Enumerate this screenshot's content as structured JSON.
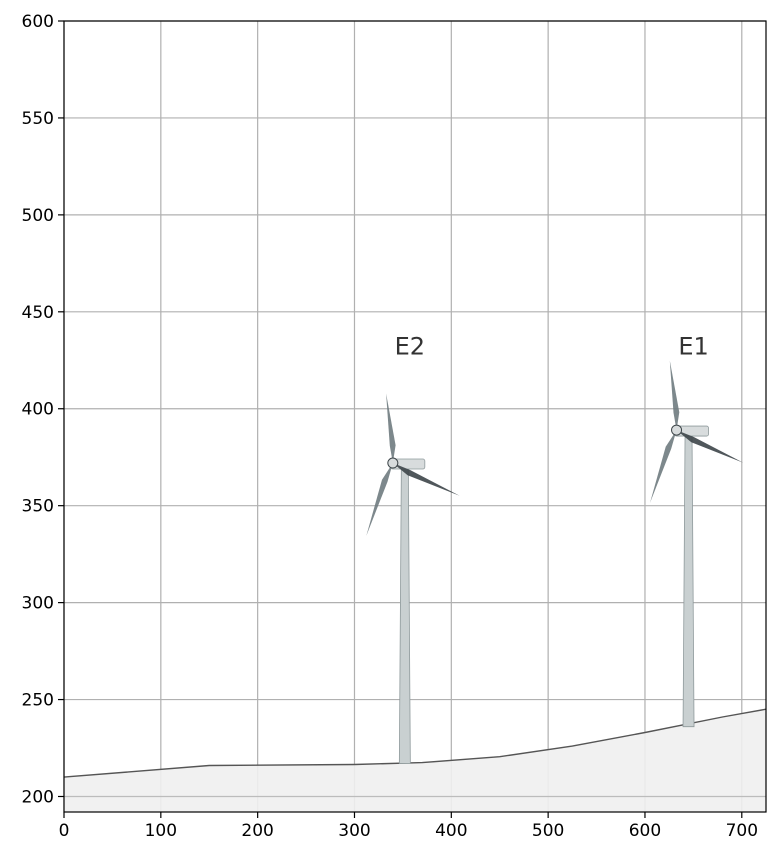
{
  "chart_data": {
    "type": "area",
    "title": "",
    "xlabel": "",
    "ylabel": "",
    "xlim": [
      0,
      725
    ],
    "ylim": [
      192,
      600
    ],
    "x_ticks": [
      0,
      100,
      200,
      300,
      400,
      500,
      600,
      700
    ],
    "y_ticks": [
      200,
      250,
      300,
      350,
      400,
      450,
      500,
      550,
      600
    ],
    "grid": true,
    "terrain": {
      "x": [
        0,
        150,
        300,
        370,
        450,
        525,
        600,
        680,
        725
      ],
      "y": [
        210,
        216,
        216.5,
        217.5,
        220.5,
        226,
        233,
        241,
        245
      ],
      "fill_color": "#efefef",
      "line_color": "#555555"
    },
    "turbines": [
      {
        "label": "E2",
        "x": 352,
        "base_y": 217,
        "hub_y": 372,
        "tip_top_y": 408,
        "label_y": 432
      },
      {
        "label": "E1",
        "x": 645,
        "base_y": 236,
        "hub_y": 389,
        "tip_top_y": 425,
        "label_y": 432
      }
    ],
    "colors": {
      "grid": "#b0b0b0",
      "axis": "#000000",
      "tower": "#c9d0d1",
      "tower_edge": "#8f9a9c",
      "blade": "#6f7b80",
      "blade_dark": "#3d4549",
      "nacelle": "#d8dcdd"
    }
  }
}
